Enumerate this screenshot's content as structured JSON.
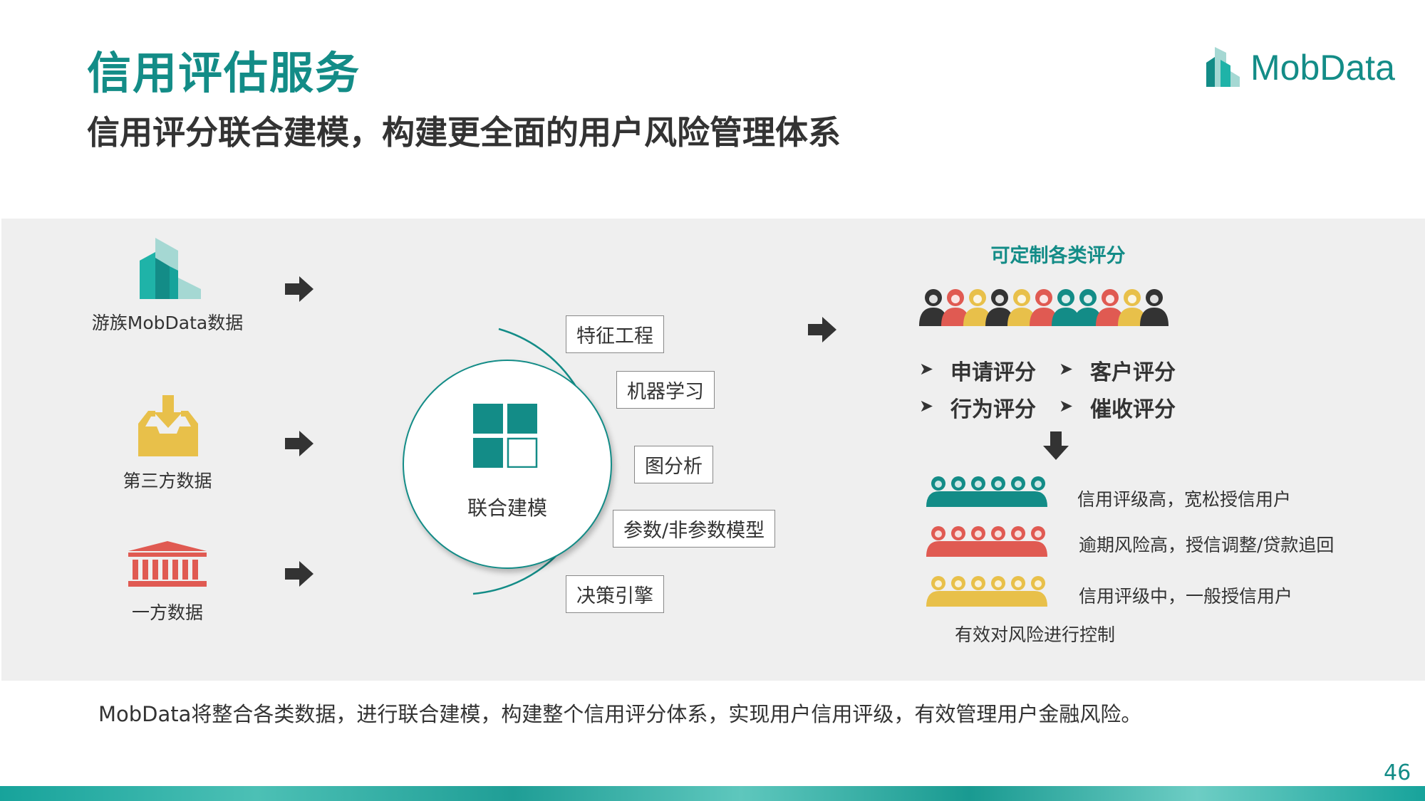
{
  "title": "信用评估服务",
  "subtitle": "信用评分联合建模，构建更全面的用户风险管理体系",
  "logo": {
    "text": "MobData",
    "color": "#138c87"
  },
  "sources": [
    {
      "label": "游族MobData数据",
      "icon": "building-icon"
    },
    {
      "label": "第三方数据",
      "icon": "inbox-download-icon"
    },
    {
      "label": "一方数据",
      "icon": "bank-icon"
    }
  ],
  "core": {
    "label": "联合建模",
    "icon": "grid-blocks-icon"
  },
  "methods": [
    "特征工程",
    "机器学习",
    "图分析",
    "参数/非参数模型",
    "决策引擎"
  ],
  "scores": {
    "title": "可定制各类评分",
    "items": [
      "申请评分",
      "客户评分",
      "行为评分",
      "催收评分"
    ]
  },
  "segments": [
    {
      "label": "信用评级高，宽松授信用户",
      "color": "#138c87"
    },
    {
      "label": "逾期风险高，授信调整/贷款追回",
      "color": "#e05a52"
    },
    {
      "label": "信用评级中，一般授信用户",
      "color": "#e8c04a"
    }
  ],
  "control": "有效对风险进行控制",
  "footer": "MobData将整合各类数据，进行联合建模，构建整个信用评分体系，实现用户信用评级，有效管理用户金融风险。",
  "page_number": "46",
  "colors": {
    "teal": "#138c87",
    "red": "#e05a52",
    "yellow": "#e8c04a",
    "dark": "#333333"
  }
}
